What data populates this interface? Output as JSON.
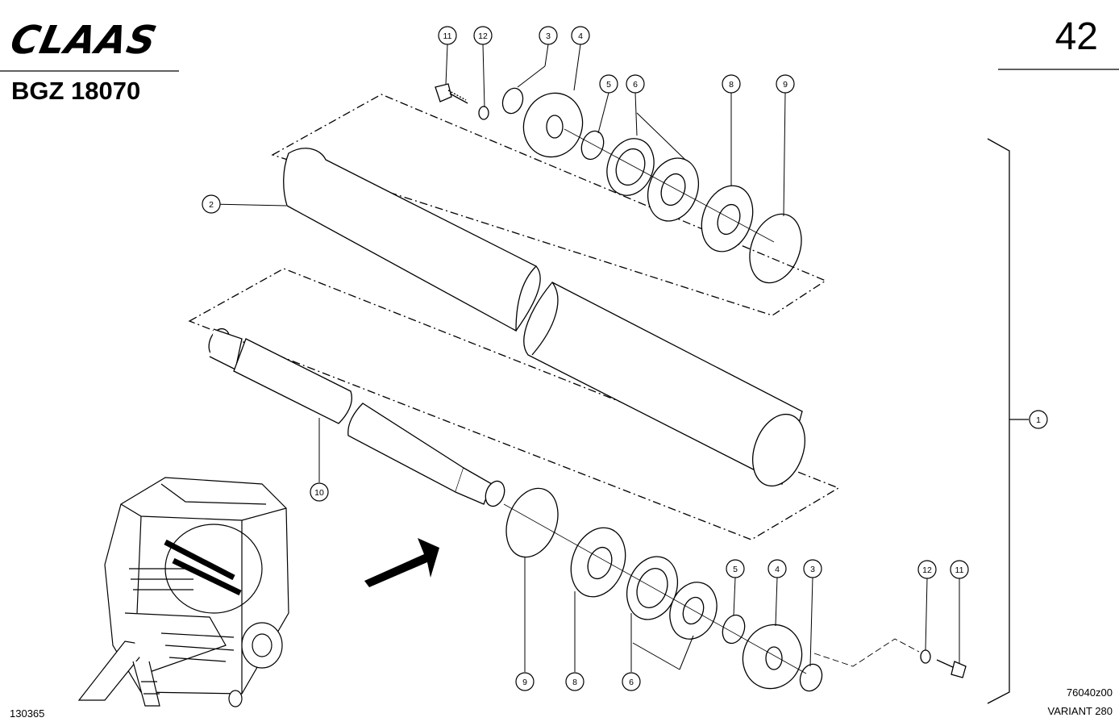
{
  "header": {
    "brand": "CLAAS",
    "drawing_code": "BGZ 18070",
    "page_number": "42"
  },
  "footer": {
    "image_number": "130365",
    "drawing_ref": "76040z00",
    "variant": "VARIANT 280"
  },
  "callouts": {
    "c1": "1",
    "c2": "2",
    "c3t": "3",
    "c4t": "4",
    "c5t": "5",
    "c6t": "6",
    "c8t": "8",
    "c9t": "9",
    "c11t": "11",
    "c12t": "12",
    "c10": "10",
    "c9b": "9",
    "c8b": "8",
    "c6b": "6",
    "c5b": "5",
    "c4b": "4",
    "c3b": "3",
    "c12b": "12",
    "c11b": "11"
  },
  "colors": {
    "ink": "#000000",
    "paper": "#ffffff"
  },
  "icons": {
    "orientation_arrow": "arrow-down-left-icon",
    "machine": "round-baler-icon"
  }
}
